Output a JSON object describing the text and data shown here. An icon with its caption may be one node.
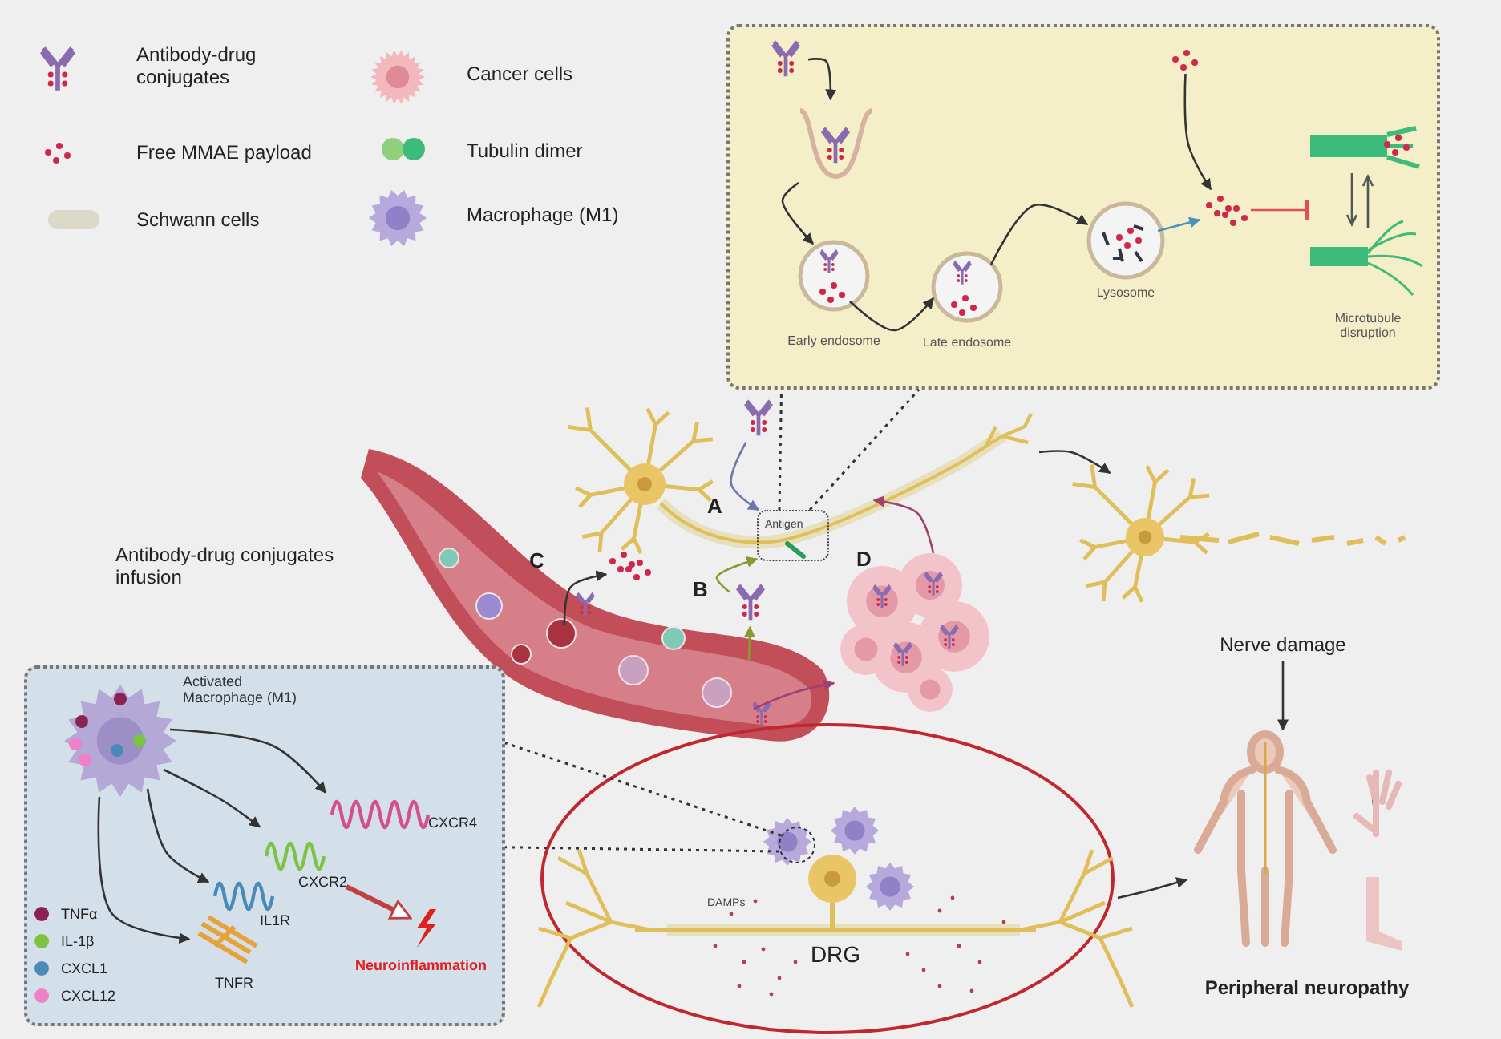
{
  "diagram": {
    "nodes": [
      {
        "text": [
          "Antibody-drug conjugates infusion"
        ]
      },
      {
        "text": [],
        "shape": "picture"
      },
      {
        "text": [],
        "shape": "box"
      },
      {
        "text": [],
        "shape": "picture",
        "in": 2
      },
      {
        "text": [
          "Early endosome"
        ],
        "in": 2
      },
      {
        "text": [
          "Late endosome"
        ],
        "in": 2
      },
      {
        "text": [
          "Lysosome"
        ],
        "in": 2
      },
      {
        "text": [],
        "shape": "picture",
        "in": 2
      },
      {
        "text": [],
        "shape": "picture",
        "in": 2
      },
      {
        "text": [
          "Microtubule disruption"
        ],
        "in": 2
      },
      {
        "text": [],
        "shape": "picture"
      },
      {
        "text": [
          "Antigen"
        ]
      },
      {
        "text": [],
        "shape": "picture"
      },
      {
        "text": [],
        "shape": "picture"
      },
      {
        "text": [],
        "shape": "picture"
      },
      {
        "text": [],
        "shape": "picture"
      },
      {
        "text": [
          "Nerve damage"
        ]
      },
      {
        "text": [
          "DAMPs",
          "DRG"
        ]
      },
      {
        "text": [],
        "shape": "circle",
        "in": 17
      },
      {
        "text": [
          "Peripheral neuropathy"
        ]
      },
      {
        "text": [],
        "shape": "box"
      },
      {
        "text": [],
        "shape": "picture",
        "beside": [
          "Activated Macrophage (M1)"
        ],
        "in": 20
      },
      {
        "text": [
          "CXCR4"
        ],
        "in": 20
      },
      {
        "text": [
          "CXCR2"
        ],
        "in": 20
      },
      {
        "text": [
          "IL1R"
        ],
        "in": 20
      },
      {
        "text": [
          "TNFR"
        ],
        "in": 20
      },
      {
        "text": [
          "Neuroinflammation"
        ],
        "in": 20
      },
      {
        "text": [],
        "shape": "picture",
        "in": 2
      },
      {
        "text": [],
        "shape": "picture"
      }
    ],
    "edges": [
      {
        "from": 3,
        "to": 27,
        "arrow": "to"
      },
      {
        "from": 4,
        "to": 5,
        "arrow": "to"
      },
      {
        "from": 5,
        "to": 6,
        "arrow": "to"
      },
      {
        "from": 6,
        "to": 7,
        "arrow": "to",
        "color": "#4a90c0"
      },
      {
        "from": 8,
        "to": 7,
        "arrow": "to"
      },
      {
        "from": 7,
        "to": 9,
        "arrow": "other",
        "color": "#e05050"
      },
      {
        "from": 11,
        "to": 2,
        "arrow": "none",
        "style": "dashed"
      },
      {
        "from": 11,
        "to": 2,
        "arrow": "none",
        "style": "dashed"
      },
      {
        "from": 1,
        "to": 12,
        "arrow": "to"
      },
      {
        "from": 1,
        "to": 13,
        "arrow": "to",
        "color": "#8a9a30"
      },
      {
        "from": 13,
        "to": 11,
        "arrow": "to",
        "color": "#8a9a30"
      },
      {
        "from": 14,
        "to": 11,
        "arrow": "to",
        "color": "#6a78b0"
      },
      {
        "from": 15,
        "to": null,
        "arrow": "to",
        "color": "#a04070"
      },
      {
        "from": 1,
        "to": 15,
        "arrow": "to",
        "color": "#a04070"
      },
      {
        "from": 28,
        "to": 16,
        "arrow": "to"
      },
      {
        "from": 16,
        "to": 19,
        "arrow": "to"
      },
      {
        "from": 17,
        "to": 19,
        "arrow": "to"
      },
      {
        "from": 18,
        "to": 20,
        "arrow": "none",
        "style": "dashed"
      },
      {
        "from": 18,
        "to": 20,
        "arrow": "none",
        "style": "dashed"
      },
      {
        "from": 21,
        "to": 22,
        "arrow": "to"
      },
      {
        "from": 21,
        "to": 23,
        "arrow": "to"
      },
      {
        "from": 21,
        "to": 24,
        "arrow": "to"
      },
      {
        "from": 21,
        "to": 25,
        "arrow": "to"
      },
      {
        "from": 23,
        "to": 26,
        "arrow": "to",
        "style": "thick",
        "color": "#c04040"
      },
      {
        "from": 27,
        "to": 4,
        "arrow": "to"
      }
    ],
    "labels": [
      "A",
      "B",
      "C",
      "D"
    ],
    "legend": [
      {
        "text": "Antibody-drug conjugates"
      },
      {
        "text": "Free MMAE payload"
      },
      {
        "text": "Schwann cells"
      },
      {
        "text": "Cancer cells"
      },
      {
        "text": "Tubulin dimer"
      },
      {
        "text": "Macrophage (M1)"
      },
      {
        "text": "TNFα",
        "color": "#8b2252"
      },
      {
        "text": "IL-1β",
        "color": "#7dc242"
      },
      {
        "text": "CXCL1",
        "color": "#4a8ab8"
      },
      {
        "text": "CXCL12",
        "color": "#f080c8"
      }
    ]
  }
}
